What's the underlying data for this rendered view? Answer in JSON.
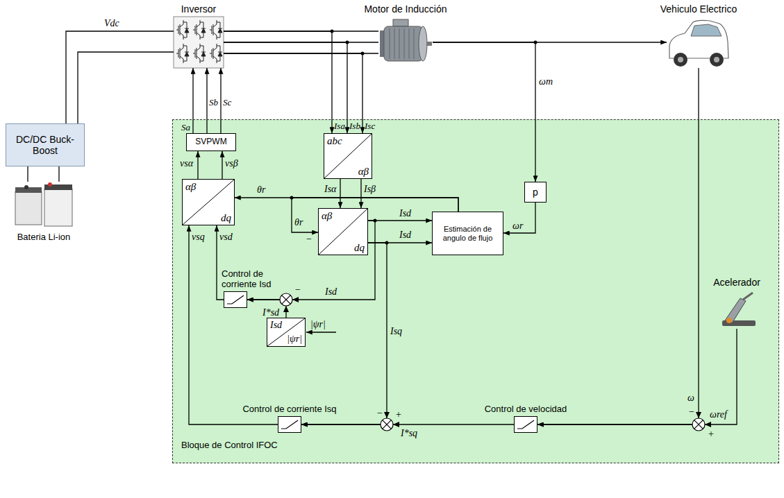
{
  "diagram": {
    "nodes": [
      {
        "text": [
          "Inversor"
        ]
      },
      {
        "text": [
          "Motor de Inducción"
        ]
      },
      {
        "text": [
          "Vehiculo Electrico"
        ]
      },
      {
        "text": [
          "DC/DC Buck-Boost"
        ]
      },
      {
        "text": [
          "Bateria Li-ion"
        ]
      },
      {
        "text": [
          "Bloque de Control IFOC"
        ]
      },
      {
        "text": [
          "SVPWM"
        ],
        "in": 5
      },
      {
        "text": [
          "abc",
          "αβ"
        ],
        "in": 5
      },
      {
        "text": [
          "αβ",
          "dq"
        ],
        "in": 5
      },
      {
        "text": [
          "αβ",
          "dq"
        ],
        "in": 5
      },
      {
        "text": [
          "p"
        ],
        "in": 5
      },
      {
        "text": [
          "Estimación de angulo de flujo"
        ],
        "in": 5
      },
      {
        "text": [
          "Control de corriente Isd"
        ],
        "in": 5
      },
      {
        "text": [
          "Isd",
          "|ψr|"
        ],
        "in": 5
      },
      {
        "text": [
          "Control de corriente Isq"
        ],
        "in": 5
      },
      {
        "text": [
          "Control de velocidad"
        ],
        "in": 5
      },
      {
        "text": [
          "Acelerador"
        ]
      }
    ],
    "edges": [
      {
        "from": 4,
        "to": 3,
        "arrow": "none"
      },
      {
        "from": 3,
        "to": 0,
        "arrow": "none",
        "label": "Vdc"
      },
      {
        "from": 0,
        "to": 1,
        "arrow": "none"
      },
      {
        "from": 1,
        "to": 2,
        "arrow": "to"
      },
      {
        "from": 0,
        "to": 7,
        "arrow": "to",
        "label": "Isa"
      },
      {
        "from": 0,
        "to": 7,
        "arrow": "to",
        "label": "Isb"
      },
      {
        "from": 0,
        "to": 7,
        "arrow": "to",
        "label": "Isc"
      },
      {
        "from": 1,
        "to": 10,
        "arrow": "to",
        "label": "ωm"
      },
      {
        "from": 6,
        "to": 0,
        "arrow": "to",
        "label": "Sa"
      },
      {
        "from": 6,
        "to": 0,
        "arrow": "to",
        "label": "Sb"
      },
      {
        "from": 6,
        "to": 0,
        "arrow": "to",
        "label": "Sc"
      },
      {
        "from": 8,
        "to": 6,
        "arrow": "to",
        "label": "vsα"
      },
      {
        "from": 8,
        "to": 6,
        "arrow": "to",
        "label": "vsβ"
      },
      {
        "from": 7,
        "to": 9,
        "arrow": "to",
        "label": "Isα"
      },
      {
        "from": 7,
        "to": 9,
        "arrow": "to",
        "label": "Isβ"
      },
      {
        "from": 10,
        "to": 11,
        "arrow": "to",
        "label": "ωr"
      },
      {
        "from": 11,
        "to": 8,
        "arrow": "to",
        "label": "θr"
      },
      {
        "from": 11,
        "to": 9,
        "arrow": "to",
        "label": "θr"
      },
      {
        "from": 9,
        "to": 11,
        "arrow": "to",
        "label": "Isd"
      },
      {
        "from": 9,
        "to": 11,
        "arrow": "to",
        "label": "Isd"
      },
      {
        "from": 9,
        "to": 12,
        "arrow": "to",
        "label": "Isd"
      },
      {
        "from": 13,
        "to": 12,
        "arrow": "to",
        "label": "I*sd"
      },
      {
        "from": 12,
        "to": 8,
        "arrow": "to",
        "label": "vsd"
      },
      {
        "from": 9,
        "to": 14,
        "arrow": "to",
        "label": "Isq"
      },
      {
        "from": 15,
        "to": 14,
        "arrow": "to",
        "label": "I*sq"
      },
      {
        "from": 14,
        "to": 8,
        "arrow": "to",
        "label": "vsq"
      },
      {
        "from": 2,
        "to": 15,
        "arrow": "to",
        "label": "ω"
      },
      {
        "from": 16,
        "to": 15,
        "arrow": "to",
        "label": "ωref"
      }
    ],
    "labels": [
      "−",
      "−",
      "|ψr|",
      "−",
      "+",
      "−",
      "+"
    ]
  }
}
